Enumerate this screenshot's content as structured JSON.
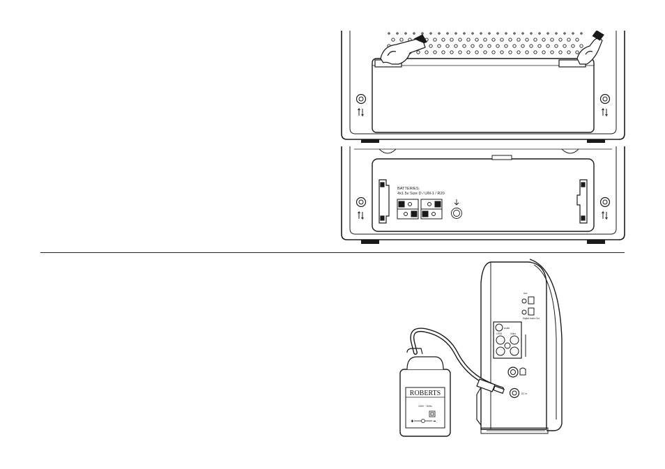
{
  "battery_compartment": {
    "label_line1": "BATTERIES:",
    "label_line2": "4x1.5v Size D / UM-1 / R20"
  },
  "adaptor": {
    "brand": "ROBERTS",
    "rating": "230V ~ 50Hz"
  },
  "radio_side_panel": {
    "jack_labels": [
      "Aux",
      "Digital Audio Out",
      "Audio",
      "L/R/D",
      "Video",
      "DC In"
    ]
  },
  "colors": {
    "line": "#1a1a1a",
    "background": "#ffffff"
  }
}
